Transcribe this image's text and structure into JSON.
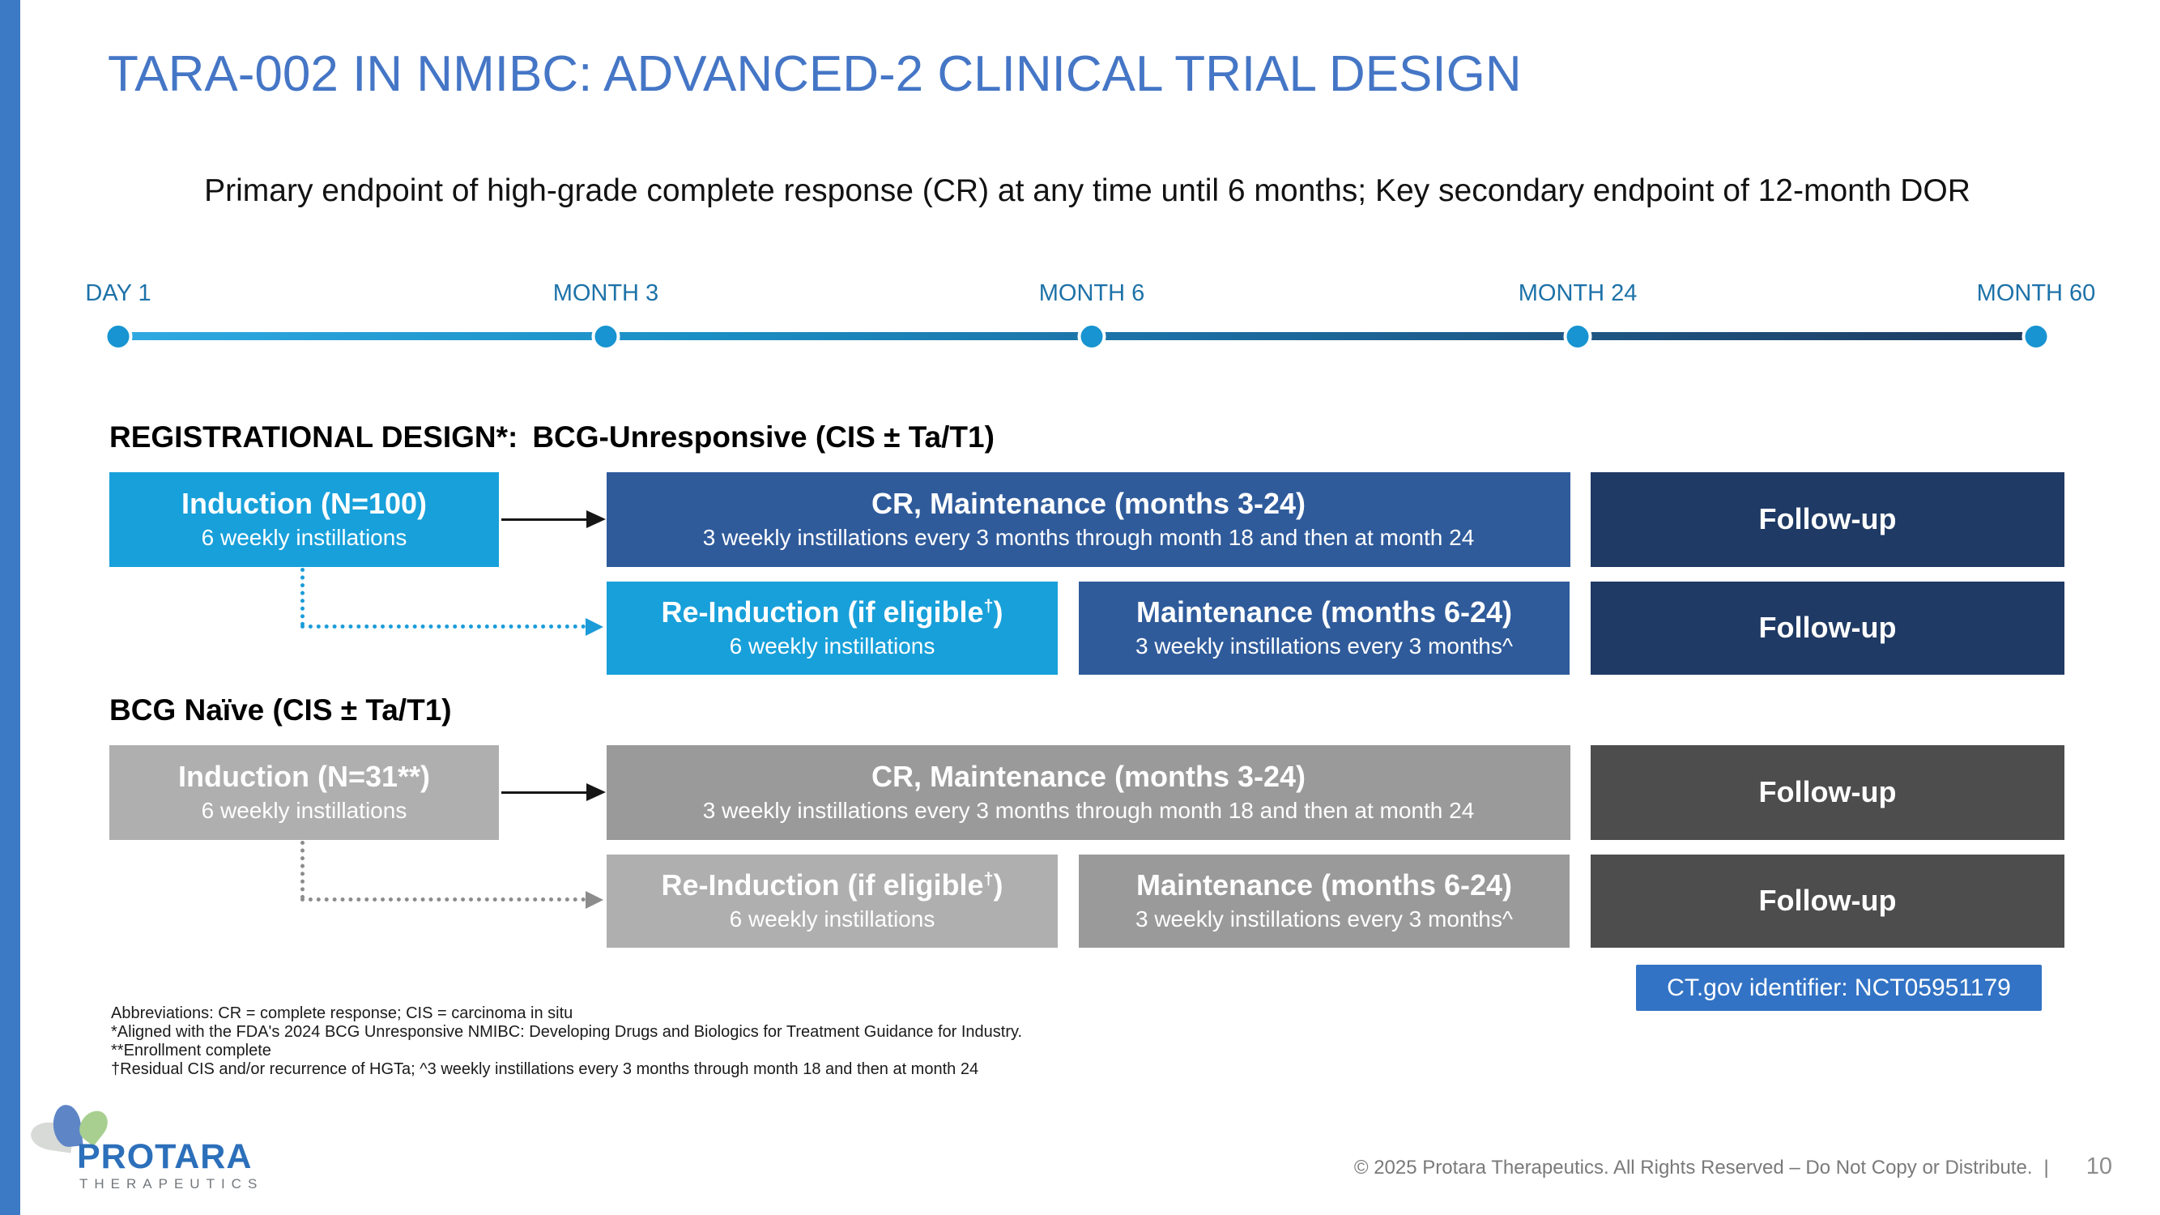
{
  "colors": {
    "bar": "#3C7AC6",
    "title-blue": "#4576C6",
    "cyan": "#18A0DA",
    "medblue": "#2F5B9B",
    "navy": "#1F3A64",
    "gray-light": "#AFAFAF",
    "gray-mid": "#9A9A9A",
    "gray-dark": "#4D4D4D",
    "ctblue": "#3273C5",
    "tl-label": "#1D72A8",
    "tl-dot": "#1794D1",
    "tl-line-start": "#2FA9E1",
    "tl-line-end": "#1F3A5F",
    "conn-blue": "#1B9CD8",
    "conn-gray": "#8C8C8C",
    "logo-blue": "#2C6FBA",
    "leaf-gray": "#D7DAD7",
    "leaf-blue": "#5E86C6",
    "leaf-green": "#A9CF90"
  },
  "header": {
    "title": "TARA-002 IN NMIBC: ADVANCED-2 CLINICAL TRIAL DESIGN",
    "subtitle": "Primary endpoint of high-grade complete response (CR) at any time until 6 months; Key secondary endpoint of 12-month DOR"
  },
  "timeline": {
    "milestones": [
      {
        "label": "DAY 1"
      },
      {
        "label": "MONTH 3"
      },
      {
        "label": "MONTH 6"
      },
      {
        "label": "MONTH 24"
      },
      {
        "label": "MONTH 60"
      }
    ]
  },
  "registrational": {
    "heading_a": "REGISTRATIONAL DESIGN*:",
    "heading_b": "BCG-Unresponsive (CIS ± Ta/T1)",
    "induction": {
      "title": "Induction (N=100)",
      "sub": "6 weekly instillations"
    },
    "cr_maintenance": {
      "title": "CR, Maintenance (months 3-24)",
      "sub": "3 weekly instillations every 3 months through month 18 and then at month 24"
    },
    "followup_top": {
      "title": "Follow-up"
    },
    "reinduction": {
      "t1": "Re-Induction (if eligible",
      "sup": "†",
      "t2": ")",
      "sub": "6 weekly instillations"
    },
    "maintenance": {
      "title": "Maintenance (months 6-24)",
      "sub": "3 weekly instillations every 3 months^"
    },
    "followup_bottom": {
      "title": "Follow-up"
    }
  },
  "naive": {
    "heading": "BCG Naïve (CIS ± Ta/T1)",
    "induction": {
      "title": "Induction (N=31**)",
      "sub": "6 weekly instillations"
    },
    "cr_maintenance": {
      "title": "CR, Maintenance (months 3-24)",
      "sub": "3 weekly instillations every 3 months through month 18 and then at month 24"
    },
    "followup_top": {
      "title": "Follow-up"
    },
    "reinduction": {
      "t1": "Re-Induction (if eligible",
      "sup": "†",
      "t2": ")",
      "sub": "6 weekly instillations"
    },
    "maintenance": {
      "title": "Maintenance (months 6-24)",
      "sub": "3 weekly instillations every 3 months^"
    },
    "followup_bottom": {
      "title": "Follow-up"
    }
  },
  "ctgov": {
    "label": "CT.gov identifier: NCT05951179"
  },
  "footnotes": {
    "line1": "Abbreviations: CR = complete response; CIS = carcinoma in situ",
    "line2": "*Aligned with the FDA's 2024 BCG Unresponsive NMIBC: Developing Drugs and Biologics for Treatment Guidance for Industry.",
    "line3": "**Enrollment complete",
    "line4": "†Residual CIS and/or recurrence of HGTa; ^3 weekly instillations every 3 months through month 18 and then at month 24"
  },
  "logo": {
    "name": "PROTARA",
    "tagline": "THERAPEUTICS"
  },
  "footer": {
    "copyright": "© 2025 Protara Therapeutics. All Rights Reserved – Do Not Copy or Distribute.",
    "divider": "|",
    "page": "10"
  }
}
